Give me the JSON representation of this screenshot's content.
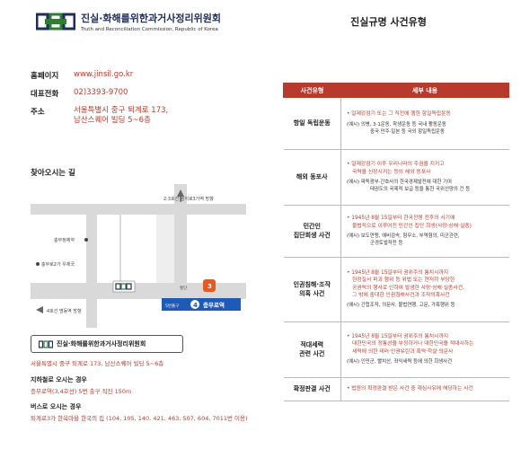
{
  "left": {
    "logo": {
      "title_ko": "진실·화해를위한과거사정리위원회",
      "title_en": "Truth and Reconciliation Commission, Republic of Korea"
    },
    "info": [
      {
        "label": "홈페이지",
        "value": "www.jinsil.go.kr"
      },
      {
        "label": "대표전화",
        "value": "02)3393-9700"
      },
      {
        "label": "주소",
        "value": "서울특별시 중구 퇴계로 173,",
        "value2": "남산스퀘어 빌딩 5~6층"
      }
    ],
    "directions_title": "찾아오시는 길",
    "map": {
      "top_road": "2·3호선 을지로3가역 방향",
      "pharmacy": "충무정제약",
      "post_office": "충무로2가 우체국",
      "hotel_direction": "4호선 명동역 방향",
      "crossing": "횡단",
      "exit_label": "5번출구",
      "station_number": "4",
      "station_name": "충무로역",
      "line3_number": "3"
    },
    "map_logo_text": "진실·화해를위한과거사정리위원회",
    "address_red": "서울특별시 중구 퇴계로 173, 남산스퀘어 빌딩 5~6층",
    "subway_head": "지하철로 오시는 경우",
    "subway_val": "충무로역(3,4호선) 5번 출구 직진 150m",
    "bus_head": "버스로 오시는 경우",
    "bus_val": "퇴계로3가 한옥마을 한국의 집 (104, 105, 140, 421, 463, 507, 604, 7011번 이용)"
  },
  "right": {
    "title": "진실규명 사건유형",
    "headers": [
      "사건유형",
      "세부 내용"
    ],
    "rows": [
      {
        "type": "항일 독립운동",
        "main": [
          "• 일제강점기 또는 그 직전에 행한 항일독립운동"
        ],
        "example": [
          "(예시) 의병, 3·1운동, 학생운동 등 국내 활동운동",
          "중국·만주·일본 등 국외 항일독립운동"
        ]
      },
      {
        "type": "해외 동포사",
        "main": [
          "• 일제강점기 이후 우리나라의 주권을 지키고",
          "국력을 신장시키는 등의 해외 동포사"
        ],
        "example": [
          "(예시) 파독광부·간호사의 한국경제발전에 대한 기여",
          "태권도의 국제적 보급 등을 통한 국위선양의 건 등"
        ]
      },
      {
        "type_lines": [
          "민간인",
          "집단희생 사건"
        ],
        "main": [
          "• 1945년 8월 15일부터 한국전쟁 전후의 시기에",
          "불법적으로 이루어진 민간인 집단 희생(사망·상해·실종)"
        ],
        "example": [
          "(예시) 보도연맹, 예비검속, 형무소, 부역혐의, 미군관련,",
          "군경토벌작전 등"
        ]
      },
      {
        "type_lines": [
          "인권침해·조작",
          "의혹 사건"
        ],
        "main": [
          "• 1945년 8월 15일부터 권위주의 통치시까지",
          "헌정질서 파괴 행위 등 위법 또는 현저히 부당한",
          "공권력의 행사로 인하여 발생한 사망·상해·실종사건,",
          "그 밖에 중대한 인권침해사건과 조작의혹사건"
        ],
        "example": [
          "(예시) 간첩조작, 의문사, 불법연행, 고문, 가혹행위 등"
        ]
      },
      {
        "type_lines": [
          "적대세력",
          "관련 사건"
        ],
        "main": [
          "• 1945년 8월 15일부터 권위주의 통치시까지",
          "대한민국의 정통성을 부정하거나 대한민국을 적대시하는",
          "세력에 의한 테러·인권유린과 폭력·학살·의문사"
        ],
        "example": [
          "(예시) 인민군, 빨치산, 좌익세력 등에 의한 희생사건"
        ]
      },
      {
        "type": "확정판결 사건",
        "main": [
          "• 법원의 확정판결 받은 사건 중 재심사유에 해당하는 사건"
        ],
        "example": []
      }
    ]
  },
  "colors": {
    "accent_red": "#c0392b",
    "header_red": "#b83a2c",
    "navy": "#1f2d5a",
    "green": "#2e7d32",
    "blue": "#1e5bb8"
  }
}
